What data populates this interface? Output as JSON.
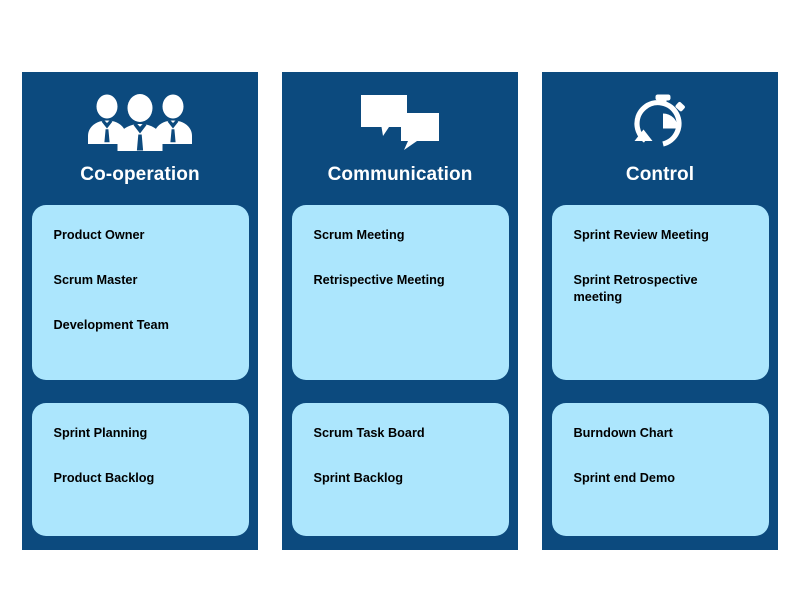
{
  "background_color": "#ffffff",
  "panel_color": "#0c4a7e",
  "card_color": "#ace6fd",
  "title_color": "#ffffff",
  "item_color": "#000000",
  "columns": [
    {
      "icon": "three-people-icon",
      "title": "Co-operation",
      "cards": [
        {
          "items": [
            "Product Owner",
            "Scrum Master",
            "Development Team"
          ]
        },
        {
          "items": [
            "Sprint Planning",
            "Product Backlog"
          ]
        }
      ]
    },
    {
      "icon": "speech-bubbles-icon",
      "title": "Communication",
      "cards": [
        {
          "items": [
            "Scrum Meeting",
            "Retrispective Meeting"
          ]
        },
        {
          "items": [
            "Scrum Task Board",
            "Sprint Backlog"
          ]
        }
      ]
    },
    {
      "icon": "stopwatch-icon",
      "title": "Control",
      "cards": [
        {
          "items": [
            "Sprint Review Meeting",
            "Sprint Retrospective meeting"
          ]
        },
        {
          "items": [
            "Burndown Chart",
            "Sprint end Demo"
          ]
        }
      ]
    }
  ]
}
